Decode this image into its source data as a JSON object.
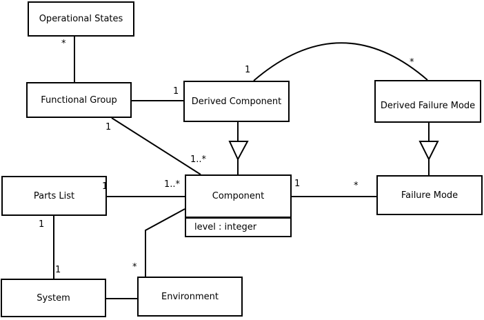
{
  "diagram": {
    "kind": "uml-class-diagram",
    "classes": {
      "operational_states": {
        "name": "Operational States"
      },
      "functional_group": {
        "name": "Functional Group"
      },
      "derived_component": {
        "name": "Derived Component"
      },
      "derived_failure_mode": {
        "name": "Derived Failure Mode"
      },
      "parts_list": {
        "name": "Parts List"
      },
      "component": {
        "name": "Component",
        "attribute": "level : integer"
      },
      "failure_mode": {
        "name": "Failure Mode"
      },
      "system": {
        "name": "System"
      },
      "environment": {
        "name": "Environment"
      }
    },
    "relationships": [
      {
        "from": "Operational States",
        "to": "Functional Group",
        "type": "association",
        "labels": [
          "*"
        ]
      },
      {
        "from": "Functional Group",
        "to": "Derived Component",
        "type": "association",
        "labels": [
          "1"
        ]
      },
      {
        "from": "Derived Component",
        "to": "Derived Failure Mode",
        "type": "association-arc",
        "labels": [
          "1",
          "*"
        ]
      },
      {
        "from": "Derived Component",
        "to": "Component",
        "type": "generalization",
        "labels": []
      },
      {
        "from": "Derived Failure Mode",
        "to": "Failure Mode",
        "type": "generalization",
        "labels": []
      },
      {
        "from": "Functional Group",
        "to": "Component",
        "type": "association",
        "labels": [
          "1",
          "1..*"
        ]
      },
      {
        "from": "Parts List",
        "to": "Component",
        "type": "association",
        "labels": [
          "1",
          "1..*"
        ]
      },
      {
        "from": "Component",
        "to": "Failure Mode",
        "type": "association",
        "labels": [
          "1",
          "*"
        ]
      },
      {
        "from": "Parts List",
        "to": "System",
        "type": "association",
        "labels": [
          "1",
          "1"
        ]
      },
      {
        "from": "System",
        "to": "Environment",
        "type": "association",
        "labels": []
      },
      {
        "from": "Environment",
        "to": "Component",
        "type": "association",
        "labels": [
          "*"
        ]
      }
    ],
    "colors": {
      "line": "#000000",
      "background": "#ffffff"
    }
  }
}
